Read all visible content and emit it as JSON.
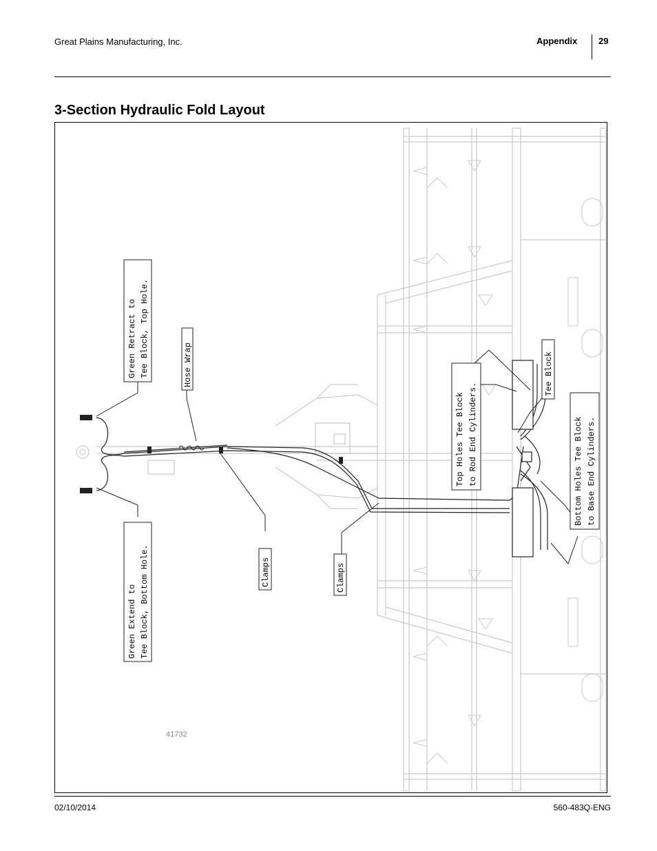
{
  "header": {
    "company": "Great Plains Manufacturing, Inc.",
    "section": "Appendix",
    "page_number": "29"
  },
  "title": "3-Section Hydraulic Fold Layout",
  "figure": {
    "id": "41732",
    "callouts": {
      "green_retract_1": "Green Retract to",
      "green_retract_2": "Tee Block, Top Hole.",
      "hose_wrap": "Hose Wrap",
      "green_extend_1": "Green Extend to",
      "green_extend_2": "Tee Block, Bottom Hole.",
      "clamps_1": "Clamps",
      "clamps_2": "Clamps",
      "top_holes_1": "Top Holes Tee Block",
      "top_holes_2": "to Rod End Cylinders.",
      "tee_block": "Tee Block",
      "bottom_holes_1": "Bottom Holes Tee Block",
      "bottom_holes_2": "to Base End Cylinders."
    }
  },
  "footer": {
    "date": "02/10/2014",
    "doc_number": "560-483Q-ENG"
  }
}
